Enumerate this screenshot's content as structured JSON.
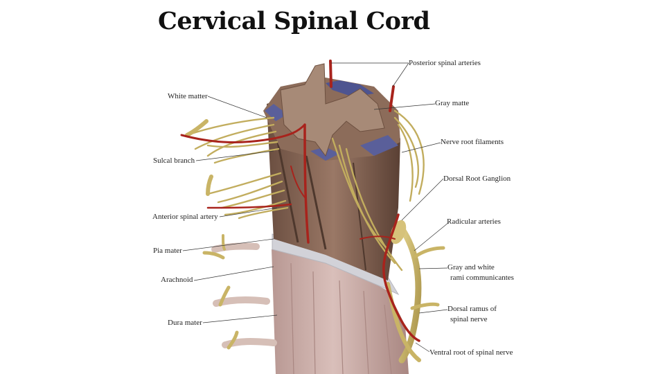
{
  "slide": {
    "title": "Cervical Spinal Cord"
  },
  "labels": {
    "posterior_spinal_arteries": "Posterior spinal arteries",
    "white_matter": "White matter",
    "gray_matter": "Gray matte",
    "nerve_root_filaments": "Nerve root filaments",
    "sulcal_branch": "Sulcal branch",
    "dorsal_root_ganglion": "Dorsal Root Ganglion",
    "anterior_spinal_artery": "Anterior spinal artery",
    "radicular_arteries": "Radicular arteries",
    "pia_mater": "Pia mater",
    "gray_white_rami_1": "Gray and white",
    "gray_white_rami_2": "rami communicantes",
    "arachnoid": "Arachnoid",
    "dorsal_ramus_1": "Dorsal ramus of",
    "dorsal_ramus_2": "spinal nerve",
    "dura_mater": "Dura mater",
    "ventral_root": "Ventral root of spinal nerve"
  },
  "colors": {
    "cord_brown": "#8a6a58",
    "cord_dark": "#5e4538",
    "gray_matter": "#a98b78",
    "white_matter_blue": "#5a5f9a",
    "artery_red": "#a8231c",
    "nerve_yellow": "#c9b466",
    "dura_pink": "#c9aca6",
    "arachnoid_gray": "#cfcfd4"
  }
}
